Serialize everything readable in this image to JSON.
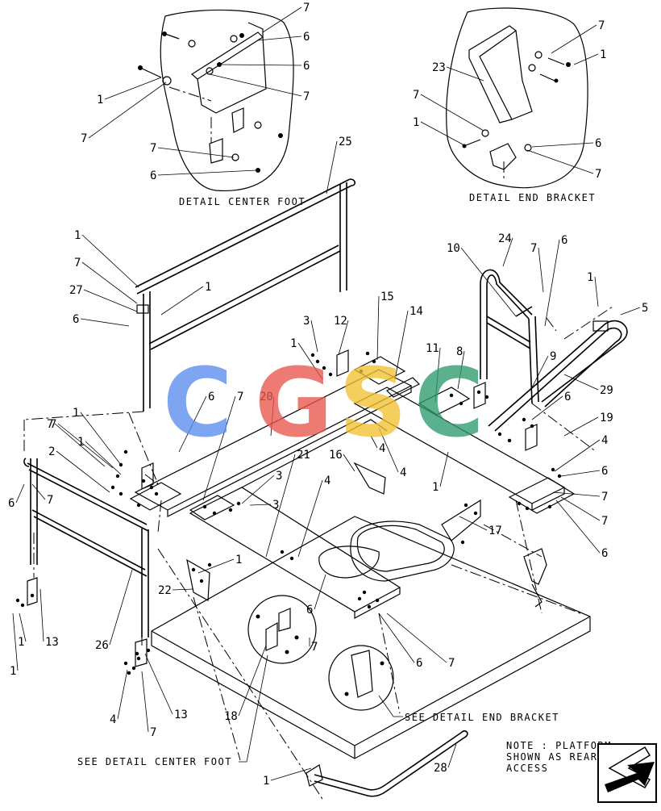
{
  "captions": {
    "center_foot": "DETAIL CENTER FOOT",
    "end_bracket": "DETAIL END BRACKET",
    "see_end_bracket": "SEE DETAIL  END BRACKET",
    "see_center_foot": "SEE DETAIL  CENTER FOOT",
    "note": [
      "NOTE : PLATFORM",
      "SHOWN AS REAR",
      "ACCESS"
    ]
  },
  "watermark": {
    "letters": [
      "C",
      "G",
      "S",
      "C"
    ],
    "colors": [
      "#5b8def",
      "#e8554d",
      "#f2c230",
      "#2e9b6e"
    ]
  },
  "callouts": [
    {
      "label": "7"
    },
    {
      "label": "6"
    },
    {
      "label": "6"
    },
    {
      "label": "7"
    },
    {
      "label": "1"
    },
    {
      "label": "7"
    },
    {
      "label": "7"
    },
    {
      "label": "6"
    },
    {
      "label": "7"
    },
    {
      "label": "1"
    },
    {
      "label": "23"
    },
    {
      "label": "7"
    },
    {
      "label": "1"
    },
    {
      "label": "6"
    },
    {
      "label": "7"
    },
    {
      "label": "25"
    },
    {
      "label": "1"
    },
    {
      "label": "7"
    },
    {
      "label": "27"
    },
    {
      "label": "6"
    },
    {
      "label": "1"
    },
    {
      "label": "24"
    },
    {
      "label": "10"
    },
    {
      "label": "7"
    },
    {
      "label": "6"
    },
    {
      "label": "1"
    },
    {
      "label": "5"
    },
    {
      "label": "15"
    },
    {
      "label": "14"
    },
    {
      "label": "3"
    },
    {
      "label": "12"
    },
    {
      "label": "1"
    },
    {
      "label": "11"
    },
    {
      "label": "8"
    },
    {
      "label": "9"
    },
    {
      "label": "29"
    },
    {
      "label": "6"
    },
    {
      "label": "19"
    },
    {
      "label": "1"
    },
    {
      "label": "7"
    },
    {
      "label": "6"
    },
    {
      "label": "7"
    },
    {
      "label": "20"
    },
    {
      "label": "4"
    },
    {
      "label": "4"
    },
    {
      "label": "1"
    },
    {
      "label": "7"
    },
    {
      "label": "2"
    },
    {
      "label": "6"
    },
    {
      "label": "7"
    },
    {
      "label": "3"
    },
    {
      "label": "3"
    },
    {
      "label": "21"
    },
    {
      "label": "16"
    },
    {
      "label": "4"
    },
    {
      "label": "1"
    },
    {
      "label": "4"
    },
    {
      "label": "6"
    },
    {
      "label": "7"
    },
    {
      "label": "7"
    },
    {
      "label": "6"
    },
    {
      "label": "17"
    },
    {
      "label": "1"
    },
    {
      "label": "22"
    },
    {
      "label": "26"
    },
    {
      "label": "1"
    },
    {
      "label": "13"
    },
    {
      "label": "1"
    },
    {
      "label": "6"
    },
    {
      "label": "7"
    },
    {
      "label": "6"
    },
    {
      "label": "7"
    },
    {
      "label": "4"
    },
    {
      "label": "7"
    },
    {
      "label": "13"
    },
    {
      "label": "18"
    },
    {
      "label": "28"
    },
    {
      "label": "1"
    }
  ]
}
